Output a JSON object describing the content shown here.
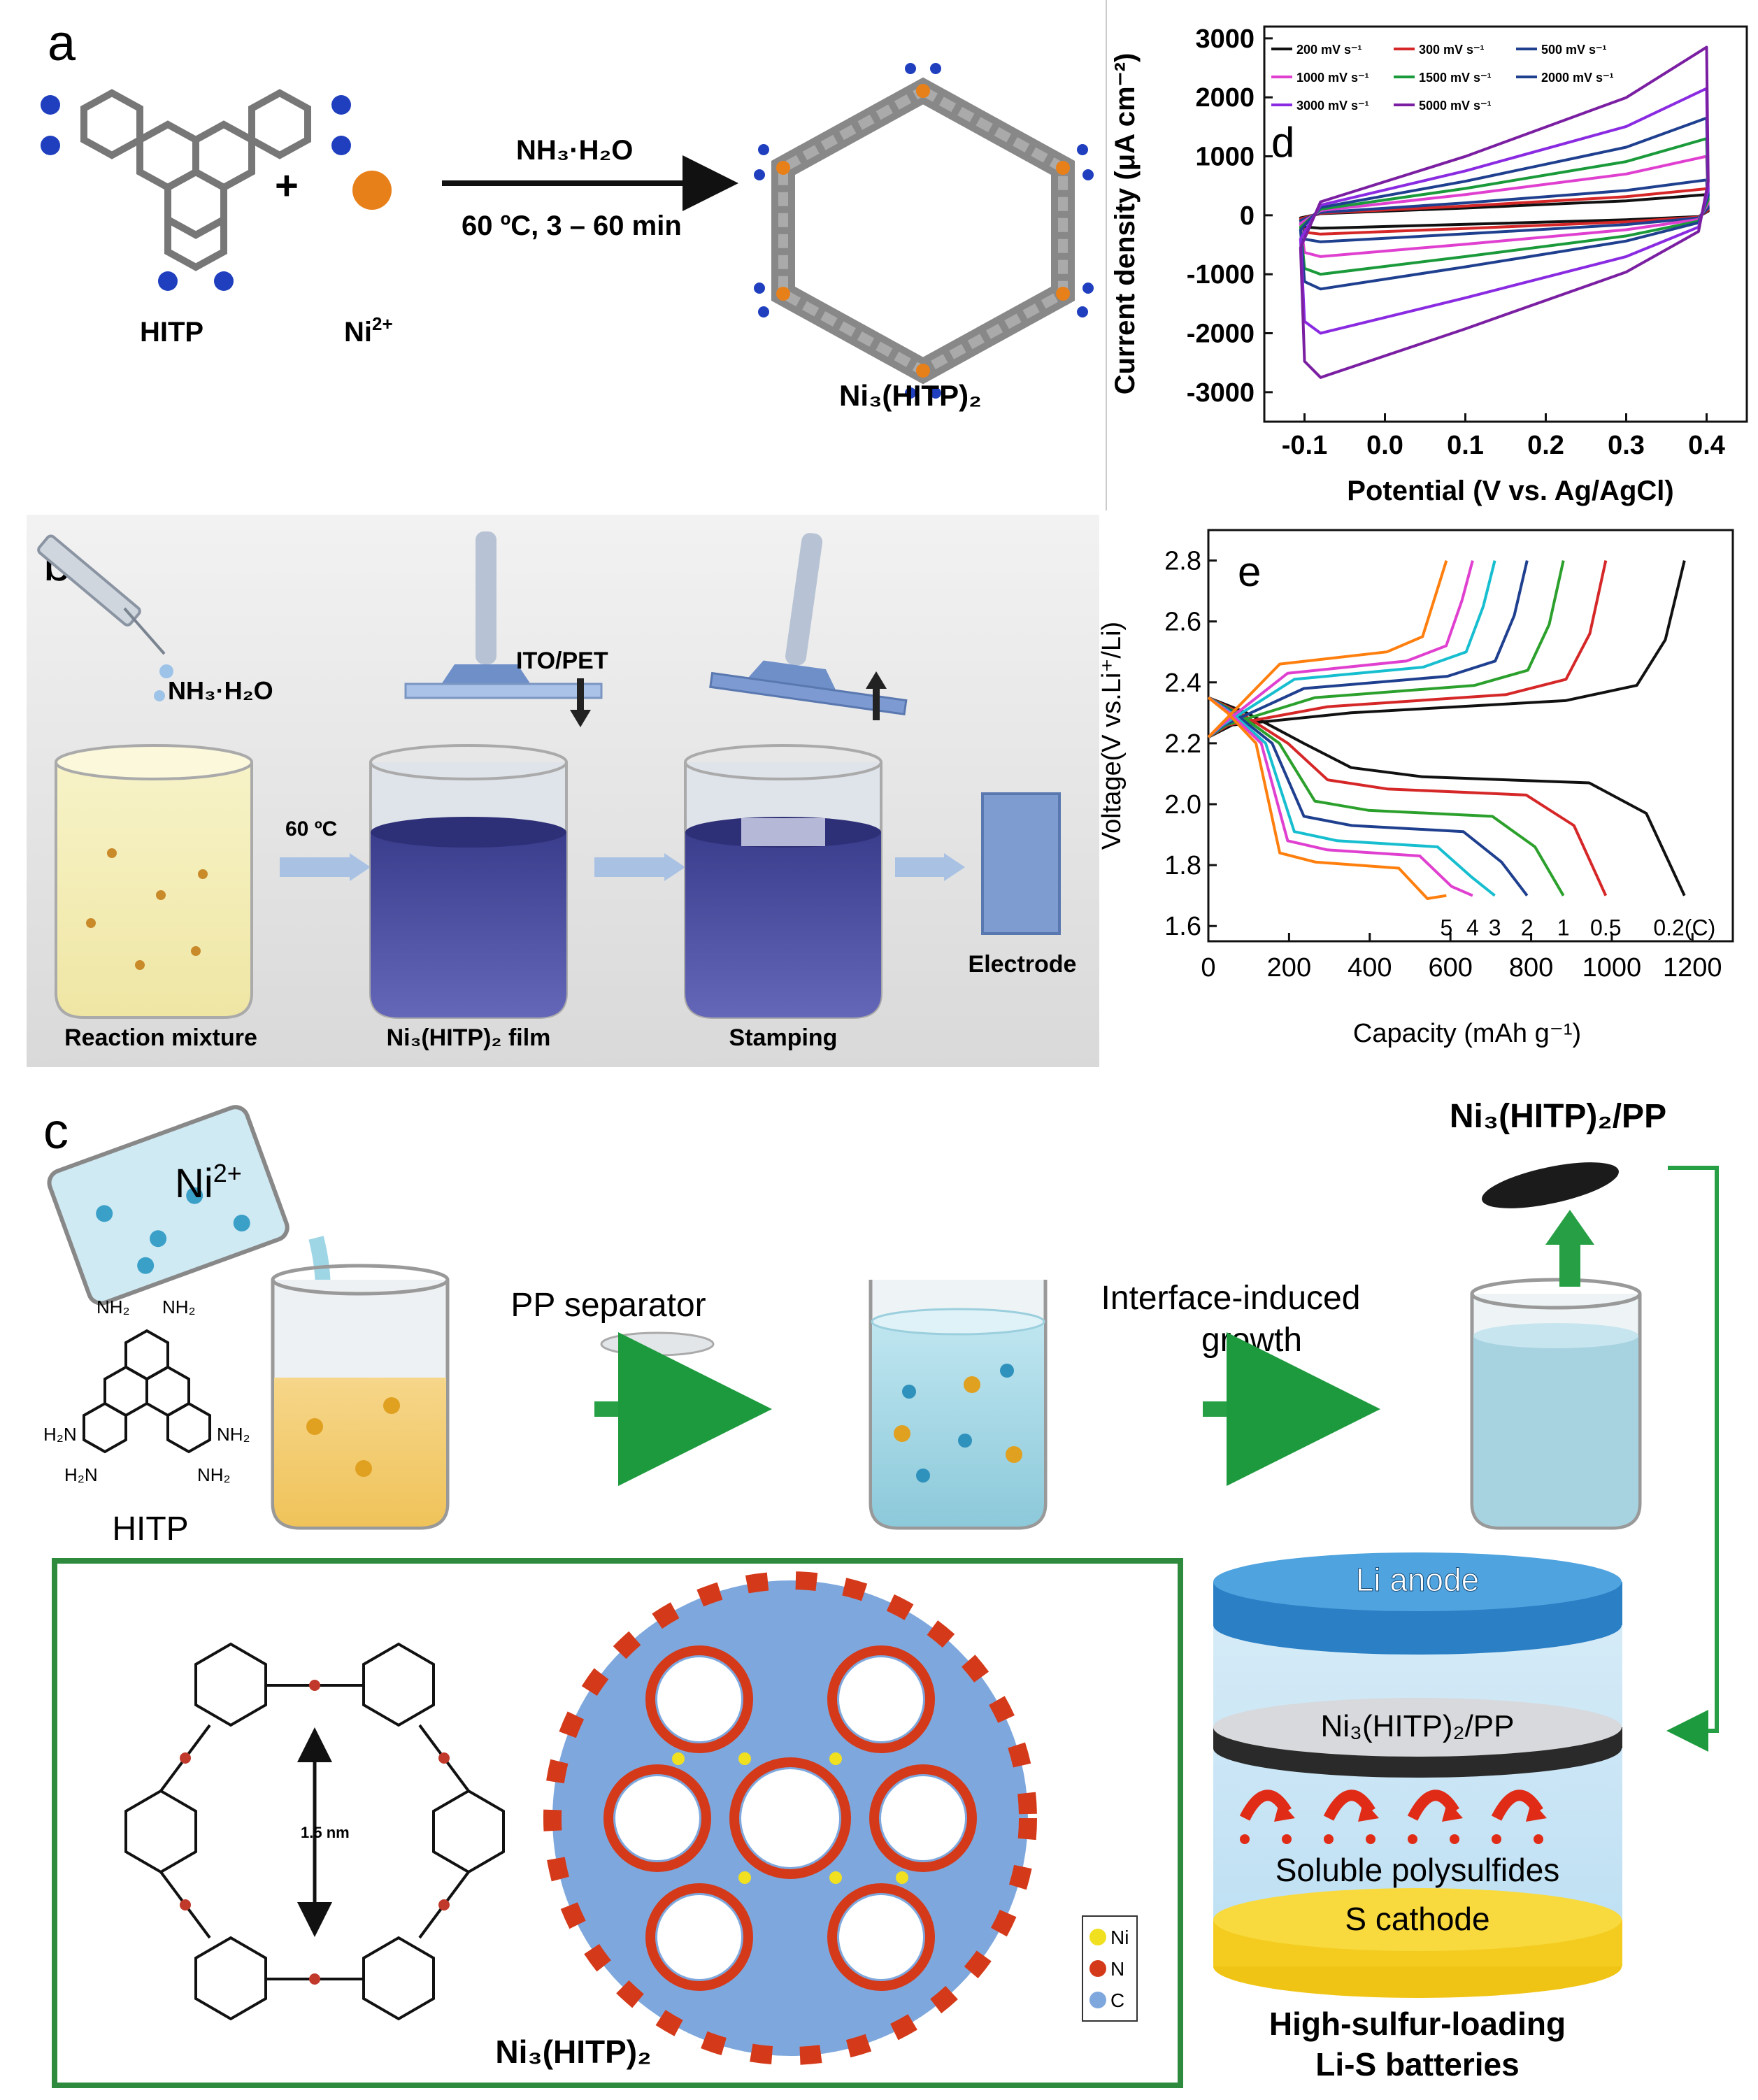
{
  "panel_a": {
    "letter": "a",
    "reactant1": "HITP",
    "reactant2_base": "Ni",
    "reactant2_sup": "2+",
    "plus": "+",
    "cond1": "NH₃·H₂O",
    "cond2": "60 ºC, 3 – 60 min",
    "product": "Ni₃(HITP)₂"
  },
  "panel_b": {
    "letter": "b",
    "nh3": "NH₃·H₂O",
    "ito": "ITO/PET",
    "temp": "60 ºC",
    "label1": "Reaction mixture",
    "label2": "Ni₃(HITP)₂ film",
    "label3": "Stamping",
    "label4": "Electrode"
  },
  "panel_c": {
    "letter": "c",
    "ni": "Ni",
    "ni_sup": "2+",
    "hitp": "HITP",
    "pp": "PP separator",
    "growth1": "Interface-induced",
    "growth2": "growth",
    "product": "Ni₃(HITP)₂/PP",
    "mof_label": "Ni₃(HITP)₂",
    "pore": "1.5 nm",
    "legend": [
      "Ni",
      "N",
      "C"
    ],
    "amine": [
      "NH₂",
      "NH₂",
      "H₂N",
      "NH₂",
      "H₂N",
      "NH₂"
    ],
    "battery": {
      "anode": "Li anode",
      "separator": "Ni₃(HITP)₂/PP",
      "poly": "Soluble polysulfides",
      "cathode": "S cathode",
      "caption1": "High-sulfur-loading",
      "caption2": "Li-S batteries"
    }
  },
  "panel_d": {
    "letter": "d",
    "chart_data": {
      "type": "line",
      "xlabel": "Potential (V vs. Ag/AgCl)",
      "ylabel": "Current density (μA cm⁻²)",
      "xlim": [
        -0.15,
        0.45
      ],
      "ylim": [
        -3500,
        3200
      ],
      "xticks": [
        "-0.1",
        "0.0",
        "0.1",
        "0.2",
        "0.3",
        "0.4"
      ],
      "yticks": [
        "3000",
        "2000",
        "1000",
        "0",
        "-1000",
        "-2000",
        "-3000"
      ],
      "legend": "top-left",
      "series": [
        {
          "name": "200 mV s⁻¹",
          "color": "#111111",
          "upper_end": 350,
          "lower_start": -220
        },
        {
          "name": "300 mV s⁻¹",
          "color": "#d62728",
          "upper_end": 450,
          "lower_start": -320
        },
        {
          "name": "500 mV s⁻¹",
          "color": "#1f3f8f",
          "upper_end": 600,
          "lower_start": -450
        },
        {
          "name": "1000 mV s⁻¹",
          "color": "#e040d0",
          "upper_end": 1000,
          "lower_start": -700
        },
        {
          "name": "1500 mV s⁻¹",
          "color": "#1a9a3a",
          "upper_end": 1300,
          "lower_start": -1000
        },
        {
          "name": "2000 mV s⁻¹",
          "color": "#1f3f8f",
          "upper_end": 1650,
          "lower_start": -1250
        },
        {
          "name": "3000 mV s⁻¹",
          "color": "#8a2be2",
          "upper_end": 2150,
          "lower_start": -2000
        },
        {
          "name": "5000 mV s⁻¹",
          "color": "#7b1fa2",
          "upper_end": 2850,
          "lower_start": -2750
        }
      ]
    }
  },
  "panel_e": {
    "letter": "e",
    "chart_data": {
      "type": "line",
      "xlabel": "Capacity (mAh g⁻¹)",
      "ylabel": "Voltage(V vs.Li⁺/Li)",
      "xlim": [
        0,
        1300
      ],
      "ylim": [
        1.55,
        2.9
      ],
      "xticks": [
        "0",
        "200",
        "400",
        "600",
        "800",
        "1000",
        "1200"
      ],
      "yticks": [
        "2.8",
        "2.6",
        "2.4",
        "2.2",
        "2.0",
        "1.8",
        "1.6"
      ],
      "series": [
        {
          "name": "0.2(C)",
          "color": "#111111",
          "capacity": 1180,
          "charge_plateau": 2.34,
          "discharge_plateau": 2.09
        },
        {
          "name": "0.5",
          "color": "#d62728",
          "capacity": 985,
          "charge_plateau": 2.36,
          "discharge_plateau": 2.05
        },
        {
          "name": "1",
          "color": "#2ca02c",
          "capacity": 880,
          "charge_plateau": 2.39,
          "discharge_plateau": 1.98
        },
        {
          "name": "2",
          "color": "#1f3f8f",
          "capacity": 790,
          "charge_plateau": 2.42,
          "discharge_plateau": 1.93
        },
        {
          "name": "3",
          "color": "#17becf",
          "capacity": 710,
          "charge_plateau": 2.45,
          "discharge_plateau": 1.88
        },
        {
          "name": "4",
          "color": "#e040d0",
          "capacity": 655,
          "charge_plateau": 2.47,
          "discharge_plateau": 1.85
        },
        {
          "name": "5",
          "color": "#ff7f0e",
          "capacity": 590,
          "charge_plateau": 2.5,
          "discharge_plateau": 1.81
        }
      ]
    }
  }
}
